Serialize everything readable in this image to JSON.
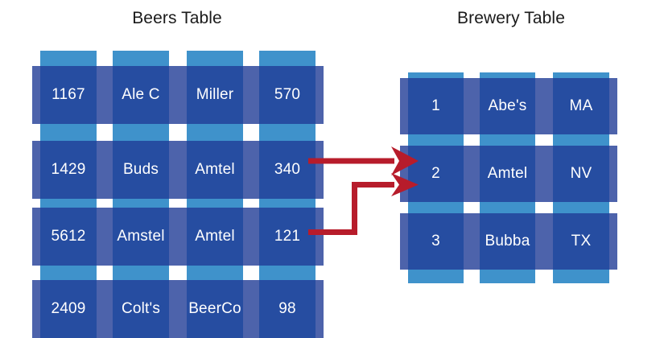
{
  "diagram": {
    "type": "entity-relationship-join-illustration",
    "background_color": "#ffffff",
    "colors": {
      "column_strip": "#3f92cb",
      "row_band": "#213c96",
      "cell_text": "#ffffff",
      "title_text": "#1a1a1a",
      "arrow": "#b71c2b"
    }
  },
  "beers_table": {
    "title": "Beers Table",
    "rows": [
      {
        "id": "1167",
        "name": "Ale C",
        "brewer": "Miller",
        "qty": "570"
      },
      {
        "id": "1429",
        "name": "Buds",
        "brewer": "Amtel",
        "qty": "340"
      },
      {
        "id": "5612",
        "name": "Amstel",
        "brewer": "Amtel",
        "qty": "121"
      },
      {
        "id": "2409",
        "name": "Colt's",
        "brewer": "BeerCo",
        "qty": "98"
      }
    ]
  },
  "brewery_table": {
    "title": "Brewery Table",
    "rows": [
      {
        "id": "1",
        "name": "Abe's",
        "state": "MA"
      },
      {
        "id": "2",
        "name": "Amtel",
        "state": "NV"
      },
      {
        "id": "3",
        "name": "Bubba",
        "state": "TX"
      }
    ]
  },
  "relationships": [
    {
      "from": "beers.row2.qty",
      "from_value": "340",
      "to": "brewery.row2",
      "to_value": "2",
      "style": "straight-arrow"
    },
    {
      "from": "beers.row3.qty",
      "from_value": "121",
      "to": "brewery.row2",
      "to_value": "2",
      "style": "elbow-arrow"
    }
  ]
}
